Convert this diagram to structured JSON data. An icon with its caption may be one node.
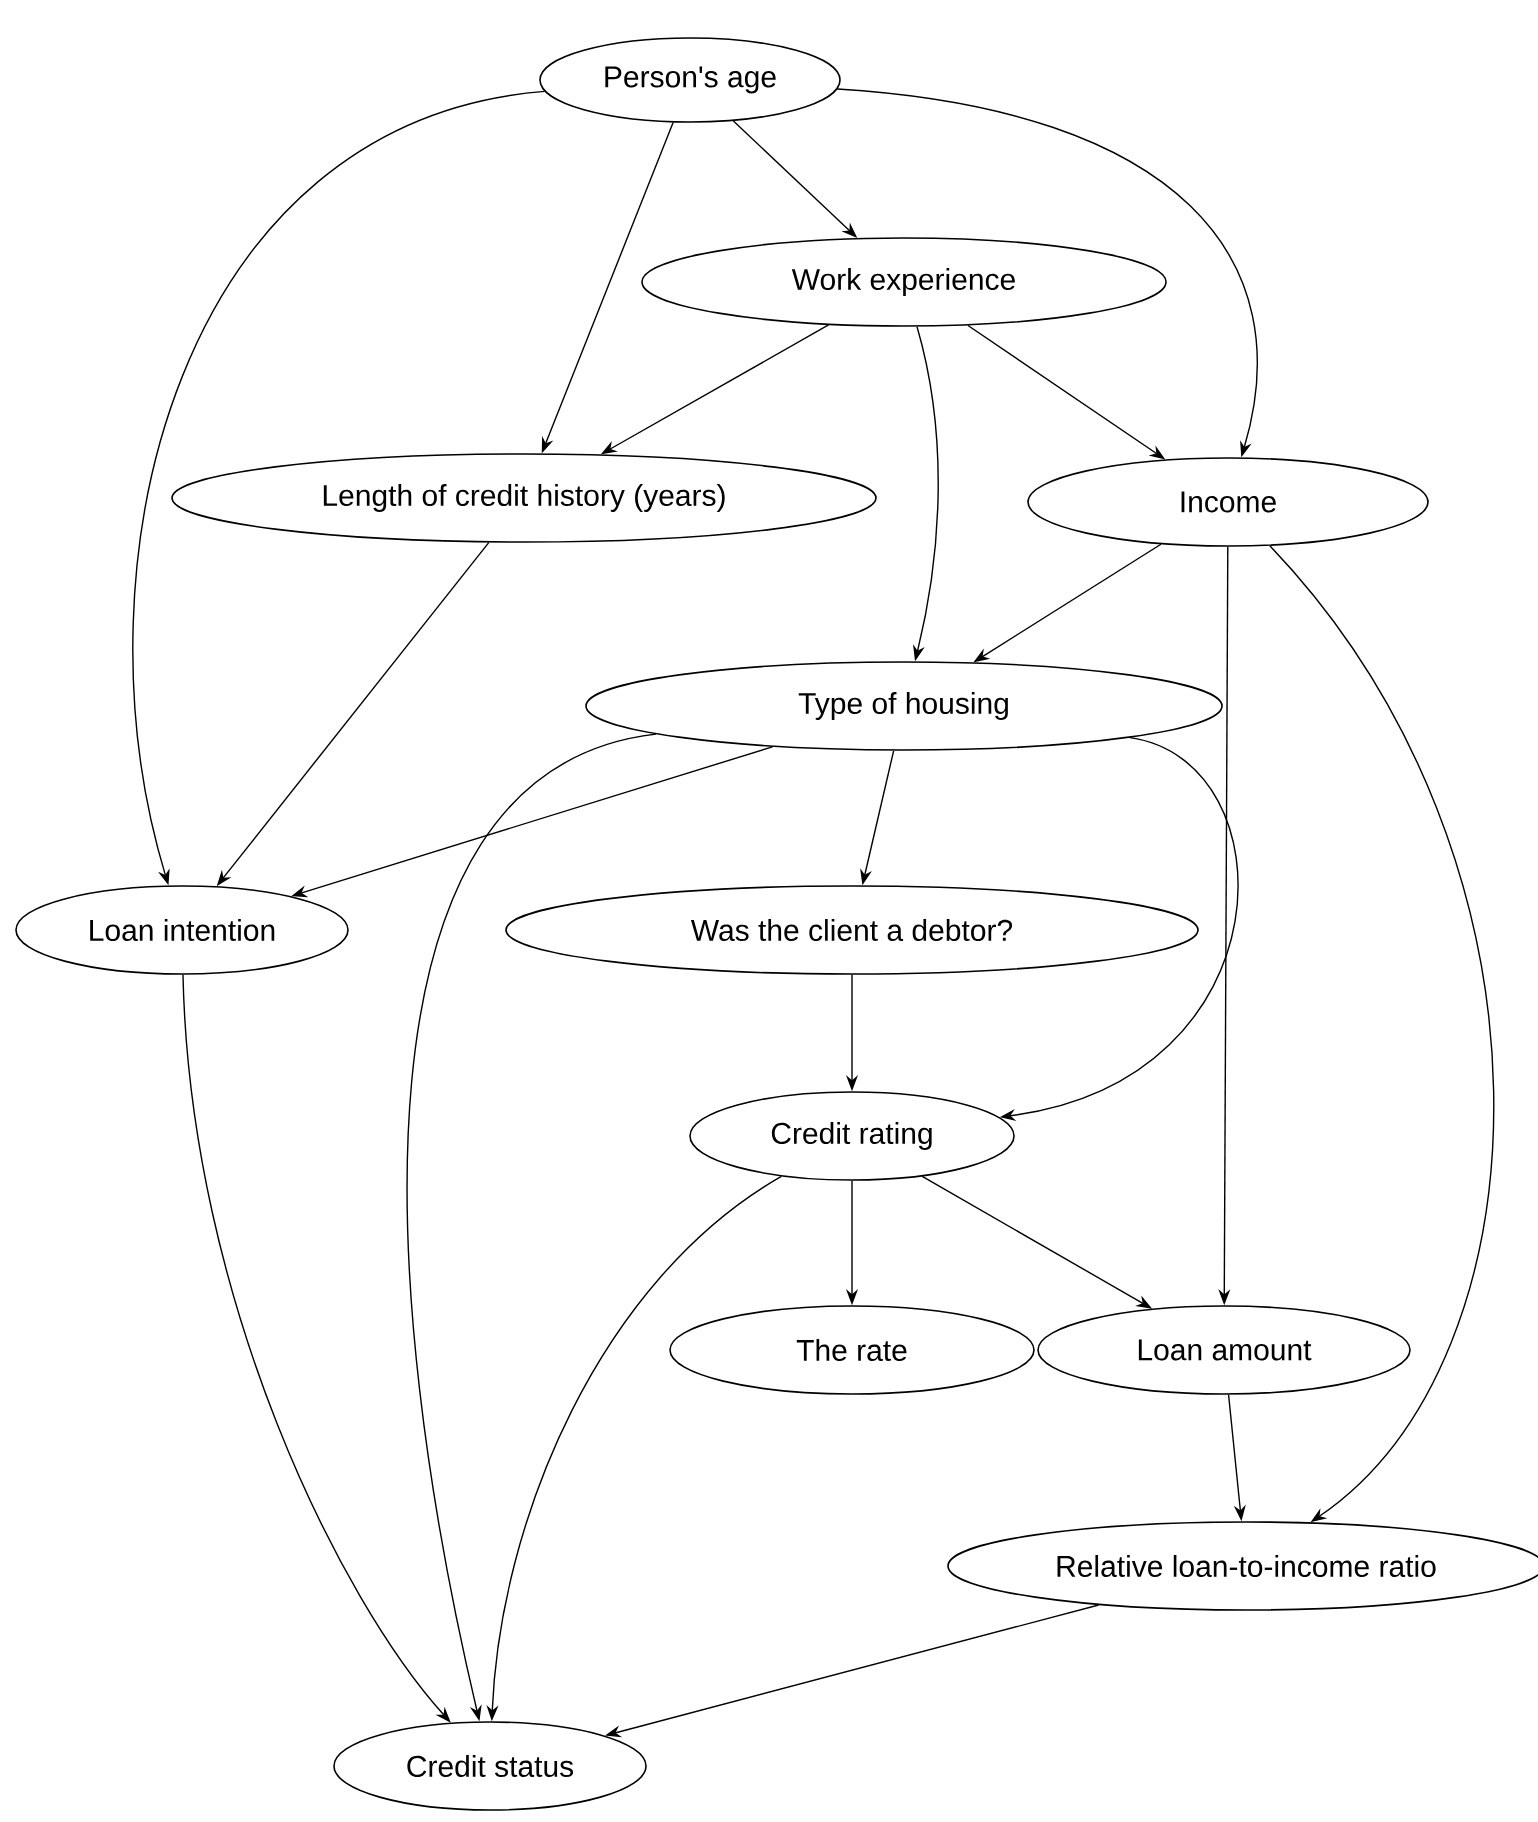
{
  "diagram": {
    "nodes": [
      {
        "text": [
          "Person's age"
        ]
      },
      {
        "text": [
          "Work experience"
        ]
      },
      {
        "text": [
          "Length of credit history (years)"
        ]
      },
      {
        "text": [
          "Income"
        ]
      },
      {
        "text": [
          "Type of housing"
        ]
      },
      {
        "text": [
          "Loan intention"
        ]
      },
      {
        "text": [
          "Was the client a debtor?"
        ]
      },
      {
        "text": [
          "Credit rating"
        ]
      },
      {
        "text": [
          "The rate"
        ]
      },
      {
        "text": [
          "Loan amount"
        ]
      },
      {
        "text": [
          "Relative loan-to-income ratio"
        ]
      },
      {
        "text": [
          "Credit status"
        ]
      }
    ],
    "edges": [
      {
        "from": 0,
        "to": 1,
        "arrow": "to"
      },
      {
        "from": 0,
        "to": 2,
        "arrow": "to"
      },
      {
        "from": 0,
        "to": 3,
        "arrow": "to"
      },
      {
        "from": 0,
        "to": 5,
        "arrow": "to"
      },
      {
        "from": 1,
        "to": 2,
        "arrow": "to"
      },
      {
        "from": 1,
        "to": 3,
        "arrow": "to"
      },
      {
        "from": 1,
        "to": 4,
        "arrow": "to"
      },
      {
        "from": 2,
        "to": 5,
        "arrow": "to"
      },
      {
        "from": 3,
        "to": 4,
        "arrow": "to"
      },
      {
        "from": 3,
        "to": 9,
        "arrow": "to"
      },
      {
        "from": 3,
        "to": 10,
        "arrow": "to"
      },
      {
        "from": 4,
        "to": 5,
        "arrow": "to"
      },
      {
        "from": 4,
        "to": 6,
        "arrow": "to"
      },
      {
        "from": 4,
        "to": 7,
        "arrow": "to"
      },
      {
        "from": 4,
        "to": 11,
        "arrow": "to"
      },
      {
        "from": 5,
        "to": 11,
        "arrow": "to"
      },
      {
        "from": 6,
        "to": 7,
        "arrow": "to"
      },
      {
        "from": 7,
        "to": 8,
        "arrow": "to"
      },
      {
        "from": 7,
        "to": 9,
        "arrow": "to"
      },
      {
        "from": 7,
        "to": 11,
        "arrow": "to"
      },
      {
        "from": 9,
        "to": 10,
        "arrow": "to"
      },
      {
        "from": 10,
        "to": 11,
        "arrow": "to"
      }
    ]
  }
}
